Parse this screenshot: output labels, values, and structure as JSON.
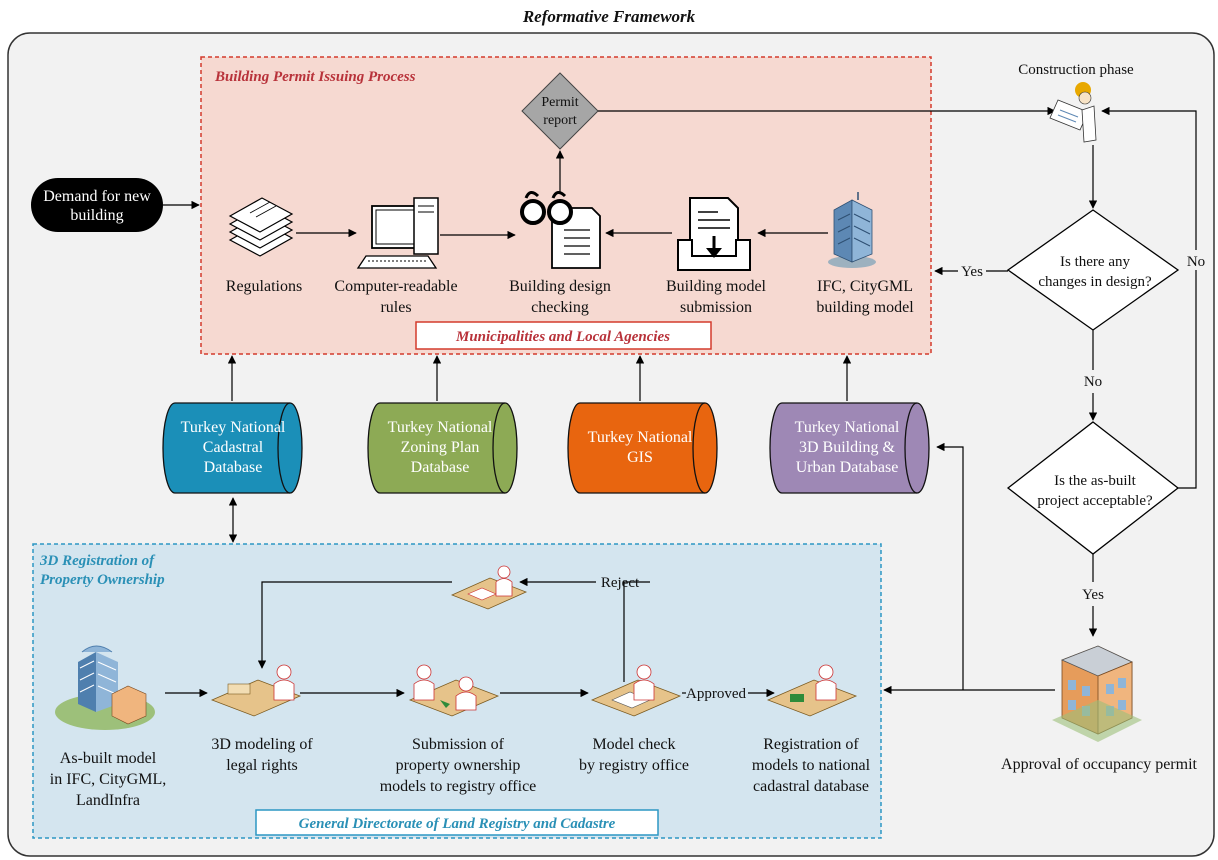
{
  "title": "Reformative Framework",
  "permit_process": {
    "title": "Building Permit Issuing Process",
    "agency": "Municipalities and Local Agencies",
    "permit_report": [
      "Permit",
      "report"
    ],
    "regulations": [
      "Regulations"
    ],
    "rules": [
      "Computer-readable",
      "rules"
    ],
    "checking": [
      "Building design",
      "checking"
    ],
    "submission": [
      "Building model",
      "submission"
    ],
    "model": [
      "IFC, CityGML",
      "building model"
    ]
  },
  "demand": [
    "Demand for new",
    "building"
  ],
  "construction_phase": "Construction phase",
  "decision_changes": [
    "Is there any",
    "changes in design?"
  ],
  "decision_asbuilt": [
    "Is the as-built",
    "project acceptable?"
  ],
  "edge_labels": {
    "yes1": "Yes",
    "no1": "No",
    "no2": "No",
    "yes2": "Yes",
    "reject": "Reject",
    "approved": "Approved"
  },
  "occupancy": "Approval of occupancy permit",
  "databases": [
    {
      "lines": [
        "Turkey National",
        "Cadastral",
        "Database"
      ],
      "color": "#1B8FB8"
    },
    {
      "lines": [
        "Turkey National",
        "Zoning Plan",
        "Database"
      ],
      "color": "#8DAA55"
    },
    {
      "lines": [
        "Turkey National",
        "GIS"
      ],
      "color": "#E8650F"
    },
    {
      "lines": [
        "Turkey National",
        "3D Building &",
        "Urban Database"
      ],
      "color": "#9E88B5"
    }
  ],
  "registration": {
    "title": [
      "3D Registration of",
      "Property Ownership"
    ],
    "agency": "General Directorate of Land Registry and Cadastre",
    "asbuilt": [
      "As-built model",
      "in IFC, CityGML,",
      "LandInfra"
    ],
    "modeling": [
      "3D modeling of",
      "legal rights"
    ],
    "submission": [
      "Submission of",
      "property ownership",
      "models to registry office"
    ],
    "check": [
      "Model check",
      "by registry office"
    ],
    "register": [
      "Registration of",
      "models to national",
      "cadastral database"
    ]
  },
  "colors": {
    "permit_bg": "#F6D9D1",
    "permit_border": "#D33B2C",
    "permit_title": "#B8323A",
    "reg_bg": "#D4E5EF",
    "reg_border": "#2C97C4",
    "reg_title": "#2A90B6"
  }
}
